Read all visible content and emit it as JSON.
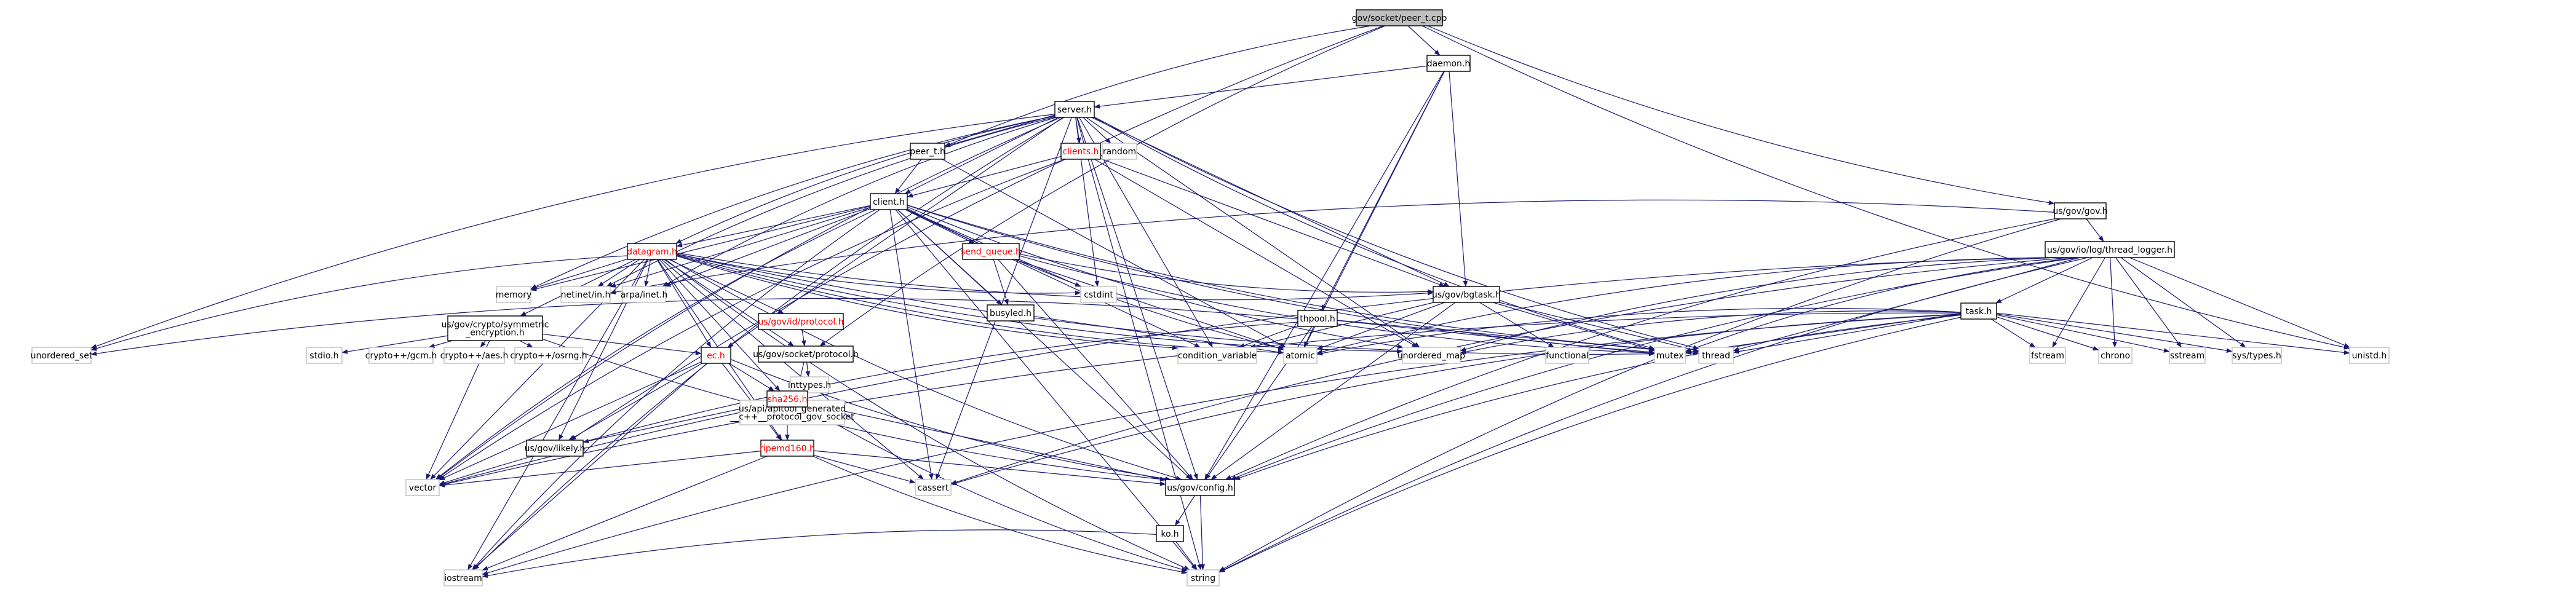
{
  "graph": {
    "root": "gov/socket/peer_t.cpp",
    "colors": {
      "edge": "#191970",
      "node_border": "#000000",
      "node_fill": "#ffffff",
      "root_fill": "#bfbfbf",
      "red_text": "#ff0000",
      "light_border": "#bfbfbf"
    },
    "nodes": [
      {
        "id": "peer_t_cpp",
        "label": "gov/socket/peer_t.cpp",
        "style": "root"
      },
      {
        "id": "daemon_h",
        "label": "daemon.h"
      },
      {
        "id": "server_h",
        "label": "server.h"
      },
      {
        "id": "peer_t_h",
        "label": "peer_t.h"
      },
      {
        "id": "clients_h",
        "label": "clients.h",
        "style": "red"
      },
      {
        "id": "random",
        "label": "random",
        "style": "light"
      },
      {
        "id": "client_h",
        "label": "client.h"
      },
      {
        "id": "us_gov_gov_h",
        "label": "us/gov/gov.h"
      },
      {
        "id": "thread_logger_h",
        "label": "us/gov/io/log/thread_logger.h"
      },
      {
        "id": "datagram_h",
        "label": "datagram.h",
        "style": "red"
      },
      {
        "id": "send_queue_h",
        "label": "send_queue.h",
        "style": "red"
      },
      {
        "id": "memory",
        "label": "memory",
        "style": "light"
      },
      {
        "id": "netinet_in",
        "label": "netinet/in.h",
        "style": "light"
      },
      {
        "id": "arpa_inet",
        "label": "arpa/inet.h",
        "style": "light"
      },
      {
        "id": "cstdint",
        "label": "cstdint",
        "style": "light"
      },
      {
        "id": "bgtask_h",
        "label": "us/gov/bgtask.h"
      },
      {
        "id": "busyled_h",
        "label": "busyled.h"
      },
      {
        "id": "task_h",
        "label": "task.h"
      },
      {
        "id": "sym_enc_h",
        "label": "us/gov/crypto/symmetric_encryption.h"
      },
      {
        "id": "id_protocol_h",
        "label": "us/gov/id/protocol.h",
        "style": "red"
      },
      {
        "id": "thpool_h",
        "label": "thpool.h"
      },
      {
        "id": "unordered_set",
        "label": "unordered_set",
        "style": "light"
      },
      {
        "id": "stdio_h",
        "label": "stdio.h",
        "style": "light"
      },
      {
        "id": "cryptopp_gcm",
        "label": "crypto++/gcm.h",
        "style": "light"
      },
      {
        "id": "cryptopp_aes",
        "label": "crypto++/aes.h",
        "style": "light"
      },
      {
        "id": "cryptopp_osrng",
        "label": "crypto++/osrng.h",
        "style": "light"
      },
      {
        "id": "socket_protocol_h",
        "label": "us/gov/socket/protocol.h"
      },
      {
        "id": "ec_h",
        "label": "ec.h",
        "style": "red"
      },
      {
        "id": "condition_variable",
        "label": "condition_variable",
        "style": "light"
      },
      {
        "id": "atomic",
        "label": "atomic",
        "style": "light"
      },
      {
        "id": "unordered_map",
        "label": "unordered_map",
        "style": "light"
      },
      {
        "id": "functional",
        "label": "functional",
        "style": "light"
      },
      {
        "id": "mutex",
        "label": "mutex",
        "style": "light"
      },
      {
        "id": "thread",
        "label": "thread",
        "style": "light"
      },
      {
        "id": "fstream",
        "label": "fstream",
        "style": "light"
      },
      {
        "id": "chrono",
        "label": "chrono",
        "style": "light"
      },
      {
        "id": "sstream",
        "label": "sstream",
        "style": "light"
      },
      {
        "id": "sys_types",
        "label": "sys/types.h",
        "style": "light"
      },
      {
        "id": "unistd_h",
        "label": "unistd.h",
        "style": "light"
      },
      {
        "id": "inttypes",
        "label": "inttypes.h",
        "style": "light"
      },
      {
        "id": "api_generated",
        "label": "us/api/apitool_generated__c++__protocol_gov_socket",
        "lines": [
          "us/api/apitool_generated",
          "__c++__protocol_gov_socket"
        ],
        "style": "light"
      },
      {
        "id": "sha256_h",
        "label": "sha256.h",
        "style": "red"
      },
      {
        "id": "likely_h",
        "label": "us/gov/likely.h"
      },
      {
        "id": "ripemd160_h",
        "label": "ripemd160.h",
        "style": "red"
      },
      {
        "id": "vector",
        "label": "vector",
        "style": "light"
      },
      {
        "id": "cassert",
        "label": "cassert",
        "style": "light"
      },
      {
        "id": "config_h",
        "label": "us/gov/config.h"
      },
      {
        "id": "ko_h",
        "label": "ko.h"
      },
      {
        "id": "iostream",
        "label": "iostream",
        "style": "light"
      },
      {
        "id": "string",
        "label": "string",
        "style": "light"
      }
    ],
    "edges": [
      [
        "peer_t_cpp",
        "daemon_h"
      ],
      [
        "peer_t_cpp",
        "peer_t_h"
      ],
      [
        "peer_t_cpp",
        "us_gov_gov_h"
      ],
      [
        "peer_t_cpp",
        "likely_h"
      ],
      [
        "peer_t_cpp",
        "unistd_h"
      ],
      [
        "peer_t_cpp",
        "socket_protocol_h"
      ],
      [
        "daemon_h",
        "server_h"
      ],
      [
        "daemon_h",
        "bgtask_h"
      ],
      [
        "daemon_h",
        "thpool_h"
      ],
      [
        "daemon_h",
        "atomic"
      ],
      [
        "daemon_h",
        "config_h"
      ],
      [
        "server_h",
        "peer_t_h"
      ],
      [
        "server_h",
        "clients_h"
      ],
      [
        "server_h",
        "random"
      ],
      [
        "server_h",
        "client_h"
      ],
      [
        "server_h",
        "datagram_h"
      ],
      [
        "server_h",
        "memory"
      ],
      [
        "server_h",
        "netinet_in"
      ],
      [
        "server_h",
        "arpa_inet"
      ],
      [
        "server_h",
        "cstdint"
      ],
      [
        "server_h",
        "bgtask_h"
      ],
      [
        "server_h",
        "unordered_set"
      ],
      [
        "server_h",
        "condition_variable"
      ],
      [
        "server_h",
        "unordered_map"
      ],
      [
        "server_h",
        "mutex"
      ],
      [
        "server_h",
        "thread"
      ],
      [
        "server_h",
        "cassert"
      ],
      [
        "server_h",
        "config_h"
      ],
      [
        "server_h",
        "string"
      ],
      [
        "server_h",
        "vector"
      ],
      [
        "server_h",
        "iostream"
      ],
      [
        "server_h",
        "ec_h"
      ],
      [
        "peer_t_h",
        "client_h"
      ],
      [
        "peer_t_h",
        "atomic"
      ],
      [
        "clients_h",
        "client_h"
      ],
      [
        "clients_h",
        "bgtask_h"
      ],
      [
        "clients_h",
        "unordered_map"
      ],
      [
        "clients_h",
        "vector"
      ],
      [
        "client_h",
        "datagram_h"
      ],
      [
        "client_h",
        "send_queue_h"
      ],
      [
        "client_h",
        "busyled_h"
      ],
      [
        "client_h",
        "memory"
      ],
      [
        "client_h",
        "netinet_in"
      ],
      [
        "client_h",
        "arpa_inet"
      ],
      [
        "client_h",
        "cstdint"
      ],
      [
        "client_h",
        "condition_variable"
      ],
      [
        "client_h",
        "atomic"
      ],
      [
        "client_h",
        "unordered_map"
      ],
      [
        "client_h",
        "mutex"
      ],
      [
        "client_h",
        "cassert"
      ],
      [
        "client_h",
        "config_h"
      ],
      [
        "client_h",
        "string"
      ],
      [
        "client_h",
        "vector"
      ],
      [
        "client_h",
        "iostream"
      ],
      [
        "client_h",
        "thread"
      ],
      [
        "us_gov_gov_h",
        "thread_logger_h"
      ],
      [
        "us_gov_gov_h",
        "netinet_in"
      ],
      [
        "us_gov_gov_h",
        "config_h"
      ],
      [
        "us_gov_gov_h",
        "string"
      ],
      [
        "thread_logger_h",
        "task_h"
      ],
      [
        "thread_logger_h",
        "mutex"
      ],
      [
        "thread_logger_h",
        "thread"
      ],
      [
        "thread_logger_h",
        "fstream"
      ],
      [
        "thread_logger_h",
        "chrono"
      ],
      [
        "thread_logger_h",
        "sstream"
      ],
      [
        "thread_logger_h",
        "sys_types"
      ],
      [
        "thread_logger_h",
        "unistd_h"
      ],
      [
        "thread_logger_h",
        "unordered_map"
      ],
      [
        "thread_logger_h",
        "atomic"
      ],
      [
        "thread_logger_h",
        "config_h"
      ],
      [
        "thread_logger_h",
        "string"
      ],
      [
        "thread_logger_h",
        "cassert"
      ],
      [
        "thread_logger_h",
        "vector"
      ],
      [
        "datagram_h",
        "sym_enc_h"
      ],
      [
        "datagram_h",
        "id_protocol_h"
      ],
      [
        "datagram_h",
        "socket_protocol_h"
      ],
      [
        "datagram_h",
        "ec_h"
      ],
      [
        "datagram_h",
        "sha256_h"
      ],
      [
        "datagram_h",
        "ripemd160_h"
      ],
      [
        "datagram_h",
        "memory"
      ],
      [
        "datagram_h",
        "netinet_in"
      ],
      [
        "datagram_h",
        "arpa_inet"
      ],
      [
        "datagram_h",
        "cstdint"
      ],
      [
        "datagram_h",
        "unordered_set"
      ],
      [
        "datagram_h",
        "atomic"
      ],
      [
        "datagram_h",
        "unordered_map"
      ],
      [
        "datagram_h",
        "mutex"
      ],
      [
        "datagram_h",
        "condition_variable"
      ],
      [
        "datagram_h",
        "bgtask_h"
      ],
      [
        "datagram_h",
        "vector"
      ],
      [
        "datagram_h",
        "cassert"
      ],
      [
        "datagram_h",
        "config_h"
      ],
      [
        "datagram_h",
        "string"
      ],
      [
        "datagram_h",
        "iostream"
      ],
      [
        "datagram_h",
        "likely_h"
      ],
      [
        "send_queue_h",
        "busyled_h"
      ],
      [
        "send_queue_h",
        "bgtask_h"
      ],
      [
        "send_queue_h",
        "atomic"
      ],
      [
        "send_queue_h",
        "mutex"
      ],
      [
        "send_queue_h",
        "config_h"
      ],
      [
        "bgtask_h",
        "functional"
      ],
      [
        "bgtask_h",
        "mutex"
      ],
      [
        "bgtask_h",
        "thread"
      ],
      [
        "bgtask_h",
        "atomic"
      ],
      [
        "bgtask_h",
        "condition_variable"
      ],
      [
        "bgtask_h",
        "config_h"
      ],
      [
        "busyled_h",
        "atomic"
      ],
      [
        "task_h",
        "mutex"
      ],
      [
        "task_h",
        "thread"
      ],
      [
        "task_h",
        "fstream"
      ],
      [
        "task_h",
        "chrono"
      ],
      [
        "task_h",
        "sstream"
      ],
      [
        "task_h",
        "sys_types"
      ],
      [
        "task_h",
        "unistd_h"
      ],
      [
        "task_h",
        "atomic"
      ],
      [
        "task_h",
        "config_h"
      ],
      [
        "task_h",
        "string"
      ],
      [
        "task_h",
        "cassert"
      ],
      [
        "task_h",
        "iostream"
      ],
      [
        "task_h",
        "vector"
      ],
      [
        "task_h",
        "unordered_map"
      ],
      [
        "sym_enc_h",
        "stdio_h"
      ],
      [
        "sym_enc_h",
        "cryptopp_gcm"
      ],
      [
        "sym_enc_h",
        "cryptopp_aes"
      ],
      [
        "sym_enc_h",
        "cryptopp_osrng"
      ],
      [
        "sym_enc_h",
        "ec_h"
      ],
      [
        "sym_enc_h",
        "vector"
      ],
      [
        "sym_enc_h",
        "config_h"
      ],
      [
        "id_protocol_h",
        "socket_protocol_h"
      ],
      [
        "thpool_h",
        "condition_variable"
      ],
      [
        "thpool_h",
        "atomic"
      ],
      [
        "thpool_h",
        "mutex"
      ],
      [
        "thpool_h",
        "thread"
      ],
      [
        "thpool_h",
        "unordered_set"
      ],
      [
        "thpool_h",
        "vector"
      ],
      [
        "thpool_h",
        "config_h"
      ],
      [
        "socket_protocol_h",
        "inttypes"
      ],
      [
        "socket_protocol_h",
        "api_generated"
      ],
      [
        "ec_h",
        "sha256_h"
      ],
      [
        "ec_h",
        "ripemd160_h"
      ],
      [
        "ec_h",
        "likely_h"
      ],
      [
        "ec_h",
        "vector"
      ],
      [
        "ec_h",
        "config_h"
      ],
      [
        "ec_h",
        "iostream"
      ],
      [
        "sha256_h",
        "ripemd160_h"
      ],
      [
        "sha256_h",
        "likely_h"
      ],
      [
        "sha256_h",
        "config_h"
      ],
      [
        "sha256_h",
        "string"
      ],
      [
        "ripemd160_h",
        "vector"
      ],
      [
        "ripemd160_h",
        "cassert"
      ],
      [
        "ripemd160_h",
        "config_h"
      ],
      [
        "ripemd160_h",
        "iostream"
      ],
      [
        "ripemd160_h",
        "string"
      ],
      [
        "config_h",
        "ko_h"
      ],
      [
        "config_h",
        "string"
      ],
      [
        "ko_h",
        "iostream"
      ],
      [
        "ko_h",
        "string"
      ]
    ]
  }
}
